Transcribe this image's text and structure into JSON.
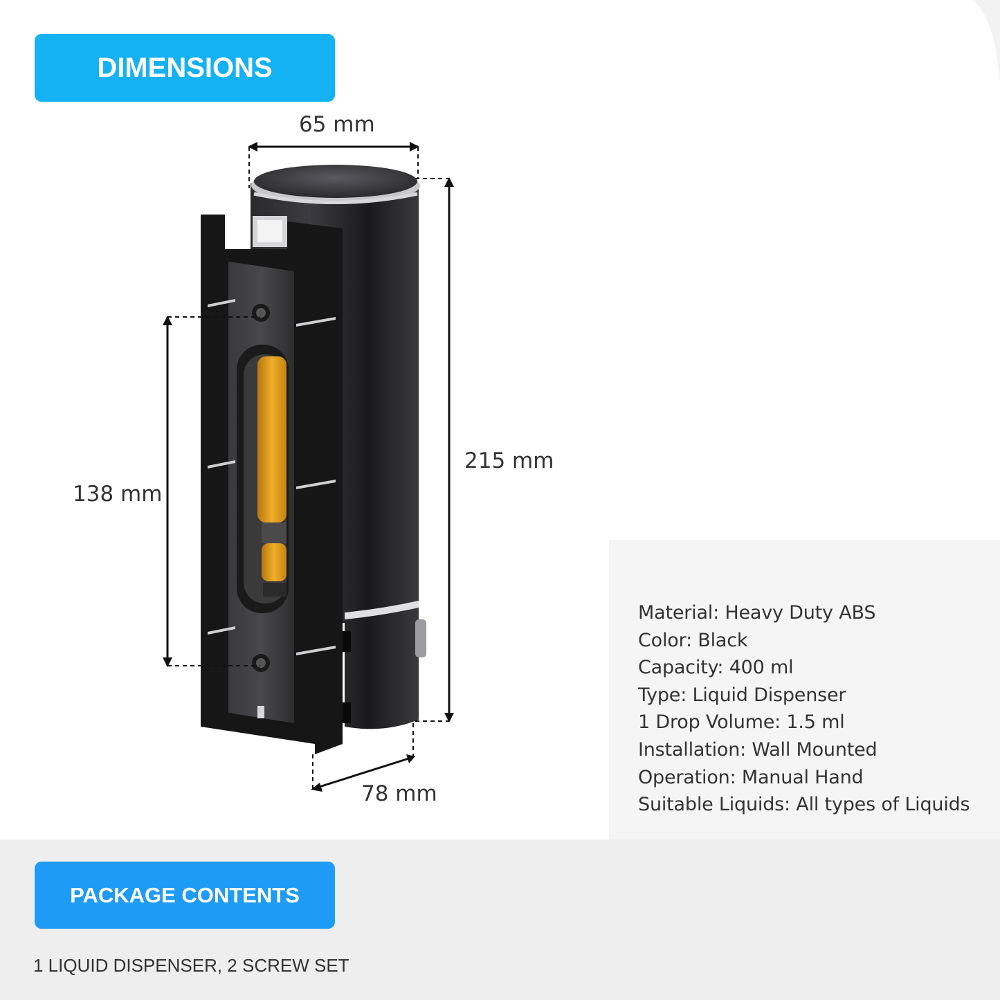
{
  "headings": {
    "dimensions": "DIMENSIONS",
    "package_contents": "PACKAGE CONTENTS"
  },
  "dimensions": {
    "width": "65 mm",
    "height": "215 mm",
    "hole_spacing": "138 mm",
    "depth": "78 mm"
  },
  "specs": [
    "Material: Heavy Duty ABS",
    "Color: Black",
    "Capacity: 400 ml",
    "Type: Liquid Dispenser",
    "1 Drop Volume: 1.5 ml",
    "Installation: Wall Mounted",
    "Operation: Manual Hand",
    "Suitable Liquids: All types of Liquids"
  ],
  "package_contents": "1 LIQUID DISPENSER, 2 SCREW SET",
  "colors": {
    "dimensions_badge": "#14b2f2",
    "package_badge": "#1e9bf5",
    "product_body": "#1c1c1e",
    "liquid": "#e0a020",
    "text": "#333333"
  },
  "images": {
    "product": "soap-dispenser-illustration"
  }
}
